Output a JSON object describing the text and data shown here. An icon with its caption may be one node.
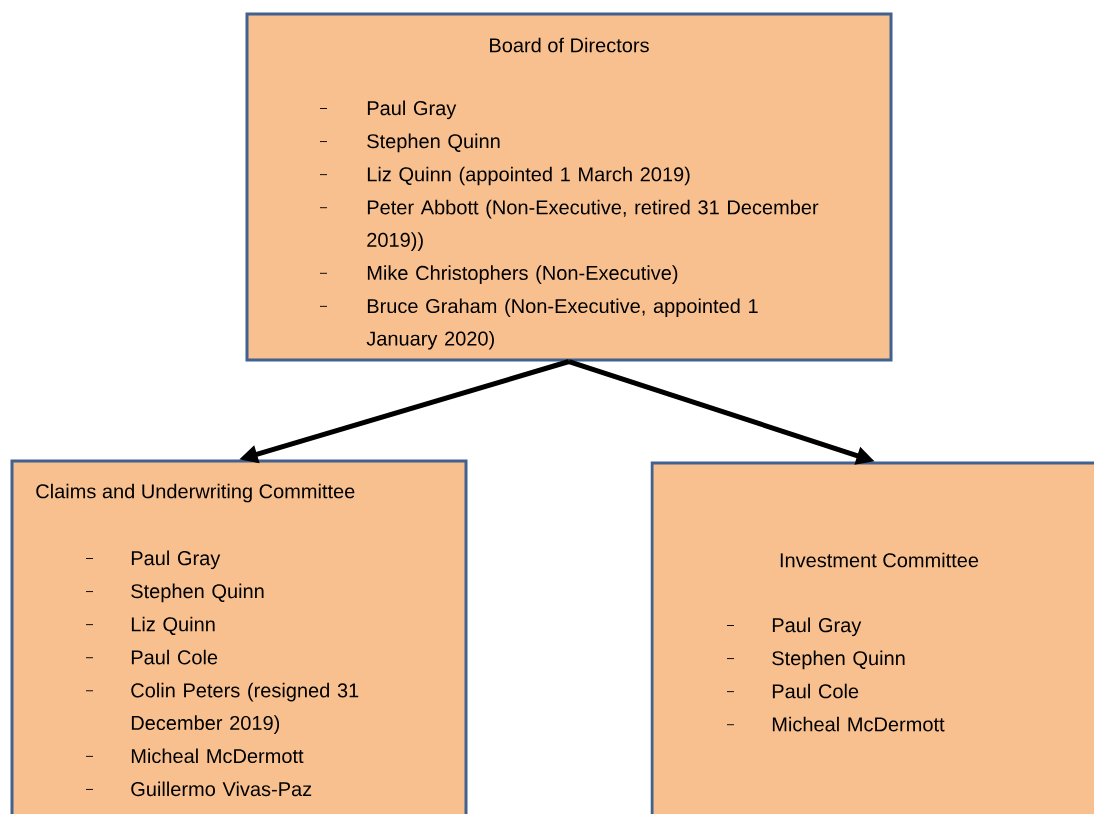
{
  "diagram": {
    "nodes": [
      {
        "text": [
          "Board of Directors",
          "Paul Gray",
          "Stephen Quinn",
          "Liz Quinn (appointed 1 March 2019)",
          "Peter Abbott (Non-Executive, retired 31 December 2019))",
          "Mike Christophers (Non-Executive)",
          "Bruce Graham (Non-Executive, appointed 1 January 2020)"
        ]
      },
      {
        "text": [
          "Claims and Underwriting Committee",
          "Paul Gray",
          "Stephen Quinn",
          "Liz Quinn",
          "Paul Cole",
          "Colin Peters (resigned 31 December 2019)",
          "Micheal McDermott",
          "Guillermo Vivas-Paz"
        ]
      },
      {
        "text": [
          "Investment Committee",
          "Paul Gray",
          "Stephen Quinn",
          "Paul Cole",
          "Micheal McDermott"
        ]
      }
    ],
    "edges": [
      {
        "from": 0,
        "to": 1,
        "arrow": "to"
      },
      {
        "from": 0,
        "to": 2,
        "arrow": "to"
      }
    ]
  }
}
